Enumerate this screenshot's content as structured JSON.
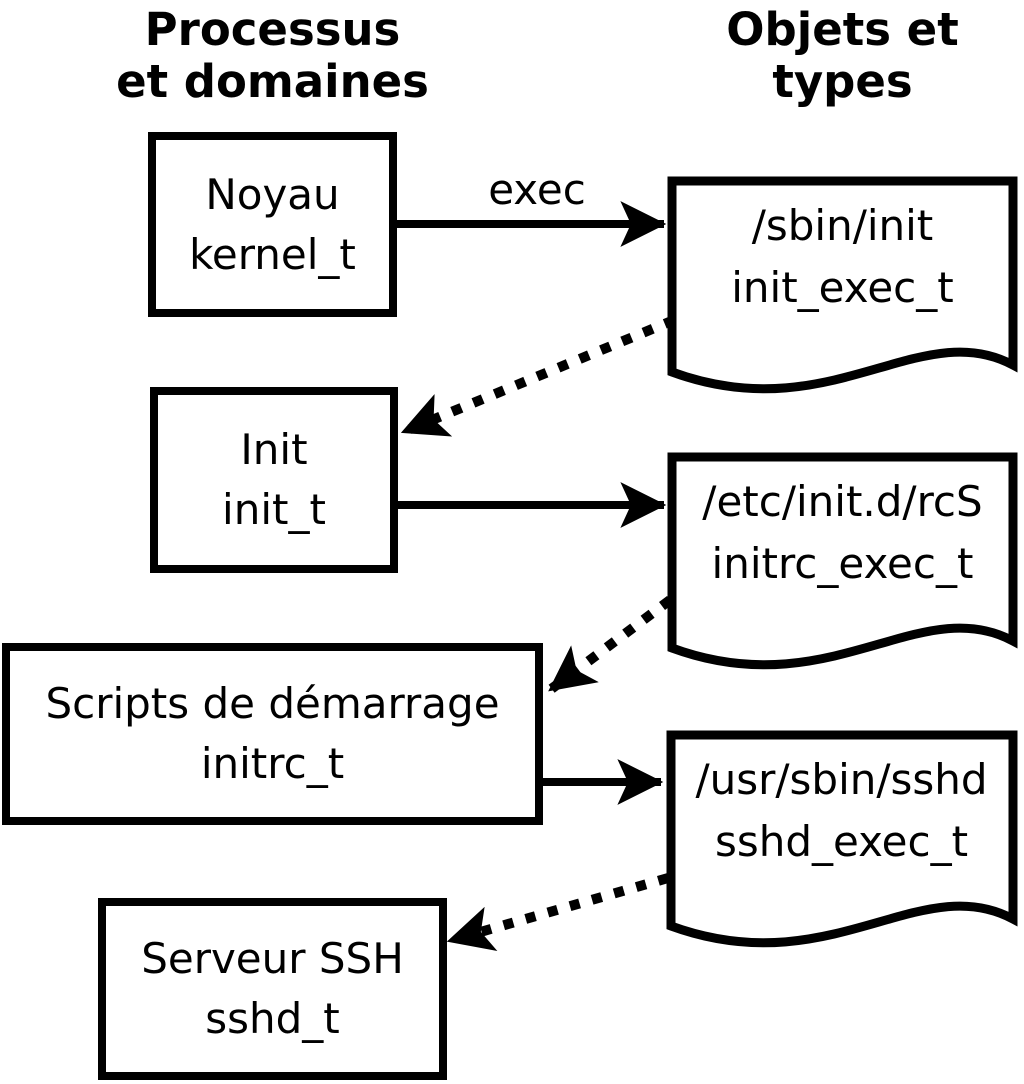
{
  "headers": {
    "left": "Processus\net domaines",
    "right": "Objets et\ntypes"
  },
  "processes": [
    {
      "name": "Noyau",
      "type": "kernel_t"
    },
    {
      "name": "Init",
      "type": "init_t"
    },
    {
      "name": "Scripts de démarrage",
      "type": "initrc_t"
    },
    {
      "name": "Serveur SSH",
      "type": "sshd_t"
    }
  ],
  "objects": [
    {
      "path": "/sbin/init",
      "type": "init_exec_t"
    },
    {
      "path": "/etc/init.d/rcS",
      "type": "initrc_exec_t"
    },
    {
      "path": "/usr/sbin/sshd",
      "type": "sshd_exec_t"
    }
  ],
  "labels": {
    "exec": "exec"
  },
  "colors": {
    "ink": "#000000",
    "paper": "#ffffff"
  }
}
